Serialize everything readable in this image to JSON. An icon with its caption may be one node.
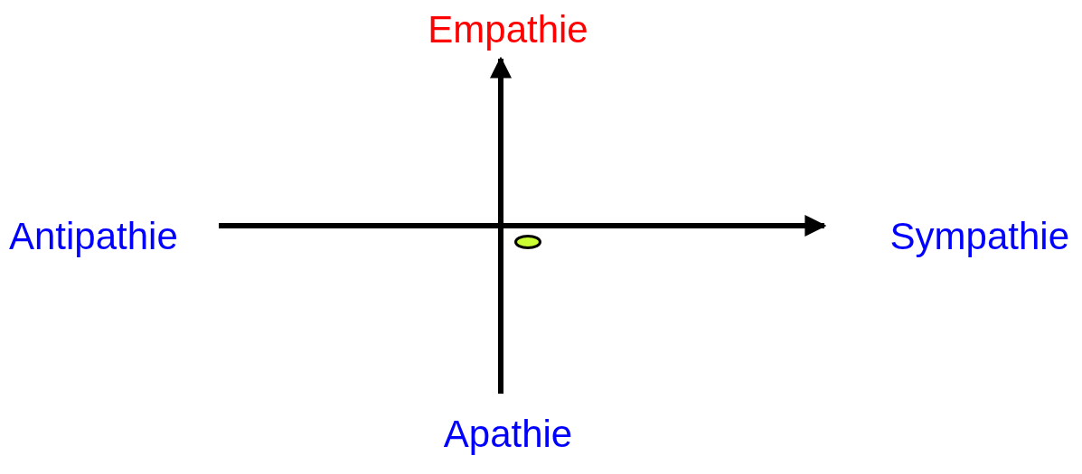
{
  "diagram": {
    "nodes": [
      {
        "text": [
          "Empathie"
        ]
      },
      {
        "text": [
          "Antipathie"
        ]
      },
      {
        "text": [
          "Sympathie"
        ]
      },
      {
        "text": [
          "Apathie"
        ]
      },
      {
        "text": [],
        "shape": "ellipse"
      }
    ],
    "edges": [
      {
        "from": 1,
        "to": 2,
        "arrow": "to"
      },
      {
        "from": 3,
        "to": 0,
        "arrow": "to"
      }
    ]
  }
}
